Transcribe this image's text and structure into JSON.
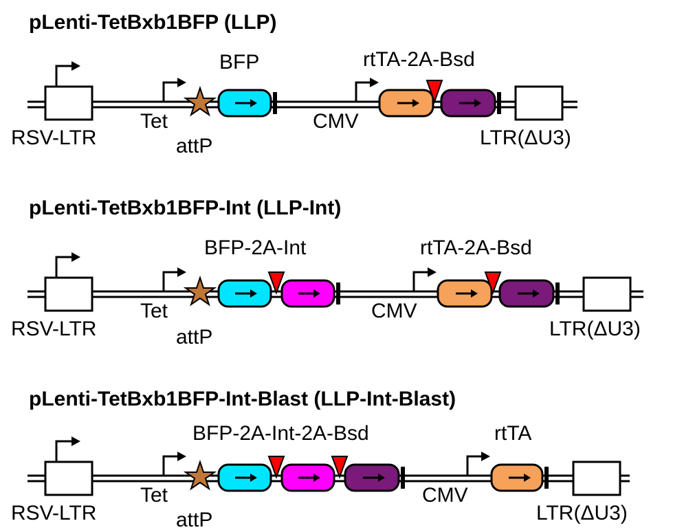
{
  "constructs": [
    {
      "title": "pLenti-TetBxb1BFP (LLP)",
      "labels": {
        "rsv_ltr": "RSV-LTR",
        "tet": "Tet",
        "attp": "attP",
        "cassette1": "BFP",
        "cmv": "CMV",
        "cassette2": "rtTA-2A-Bsd",
        "ltr_du3": "LTR(ΔU3)"
      }
    },
    {
      "title": "pLenti-TetBxb1BFP-Int (LLP-Int)",
      "labels": {
        "rsv_ltr": "RSV-LTR",
        "tet": "Tet",
        "attp": "attP",
        "cassette1": "BFP-2A-Int",
        "cmv": "CMV",
        "cassette2": "rtTA-2A-Bsd",
        "ltr_du3": "LTR(ΔU3)"
      }
    },
    {
      "title": "pLenti-TetBxb1BFP-Int-Blast (LLP-Int-Blast)",
      "labels": {
        "rsv_ltr": "RSV-LTR",
        "tet": "Tet",
        "attp": "attP",
        "cassette1": "BFP-2A-Int-2A-Bsd",
        "cmv": "CMV",
        "cassette2": "rtTA",
        "ltr_du3": "LTR(ΔU3)"
      }
    }
  ],
  "colors": {
    "bfp": "#00e5ff",
    "int": "#ff00ff",
    "bsd": "#7a1a7a",
    "rtta": "#f7a25a",
    "attp_star": "#c07838",
    "cleavage_2a": "#ff0000",
    "line": "#000000"
  }
}
